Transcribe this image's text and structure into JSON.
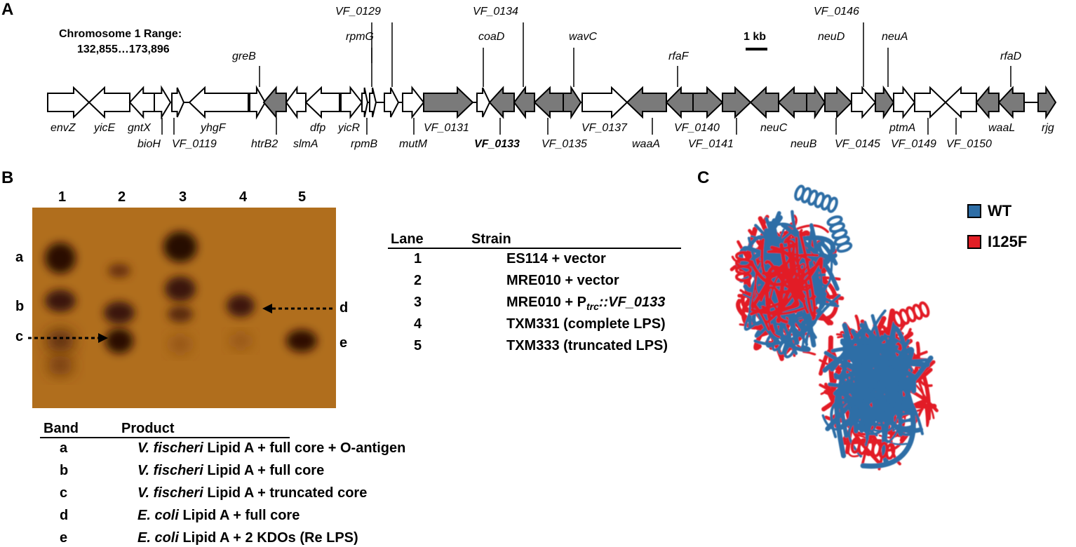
{
  "panels": {
    "a": "A",
    "b": "B",
    "c": "C"
  },
  "panelA": {
    "range_title": "Chromosome 1 Range:",
    "range_value": "132,855…173,896",
    "scale": "1 kb",
    "colors": {
      "highlight_gene": "#7a7a7a",
      "other_gene": "#ffffff"
    },
    "genes_above": [
      "greB",
      "VF_0129",
      "rpmG",
      "VF_0134",
      "coaD",
      "wavC",
      "rfaF",
      "VF_0146",
      "neuD",
      "neuA",
      "rfaD"
    ],
    "genes_below": [
      "envZ",
      "yicE",
      "gntX",
      "bioH",
      "VF_0119",
      "yhgF",
      "htrB2",
      "slmA",
      "dfp",
      "yicR",
      "rpmB",
      "mutM",
      "VF_0131",
      "VF_0133",
      "VF_0135",
      "VF_0137",
      "waaA",
      "VF_0140",
      "VF_0141",
      "neuC",
      "neuB",
      "VF_0145",
      "ptmA",
      "VF_0149",
      "VF_0150",
      "waaL",
      "rjg"
    ]
  },
  "panelB": {
    "gel": {
      "lanes": [
        "1",
        "2",
        "3",
        "4",
        "5"
      ],
      "band_labels": [
        "a",
        "b",
        "c",
        "d",
        "e"
      ],
      "background_color": "#b06e1d"
    },
    "lane_table": {
      "headers": [
        "Lane",
        "Strain"
      ],
      "rows": [
        {
          "lane": "1",
          "pre": "ES114 + vector",
          "sub": "",
          "post": ""
        },
        {
          "lane": "2",
          "pre": "MRE010 + vector",
          "sub": "",
          "post": ""
        },
        {
          "lane": "3",
          "pre": "MRE010 + P",
          "sub": "trc",
          "post": "::VF_0133"
        },
        {
          "lane": "4",
          "pre": "TXM331 (complete LPS)",
          "sub": "",
          "post": ""
        },
        {
          "lane": "5",
          "pre": "TXM333 (truncated LPS)",
          "sub": "",
          "post": ""
        }
      ]
    },
    "band_table": {
      "headers": [
        "Band",
        "Product"
      ],
      "rows": [
        {
          "band": "a",
          "species": "V. fischeri",
          "rest": " Lipid A + full core + O-antigen"
        },
        {
          "band": "b",
          "species": "V. fischeri",
          "rest": " Lipid A + full core"
        },
        {
          "band": "c",
          "species": "V. fischeri",
          "rest": " Lipid A + truncated core"
        },
        {
          "band": "d",
          "species": "E. coli",
          "rest": " Lipid A + full core"
        },
        {
          "band": "e",
          "species": "E. coli",
          "rest": " Lipid A + 2 KDOs (Re LPS)"
        }
      ]
    }
  },
  "panelC": {
    "legend": [
      {
        "label": "WT",
        "color": "#2e6ea6"
      },
      {
        "label": "I125F",
        "color": "#e21f26"
      }
    ]
  }
}
